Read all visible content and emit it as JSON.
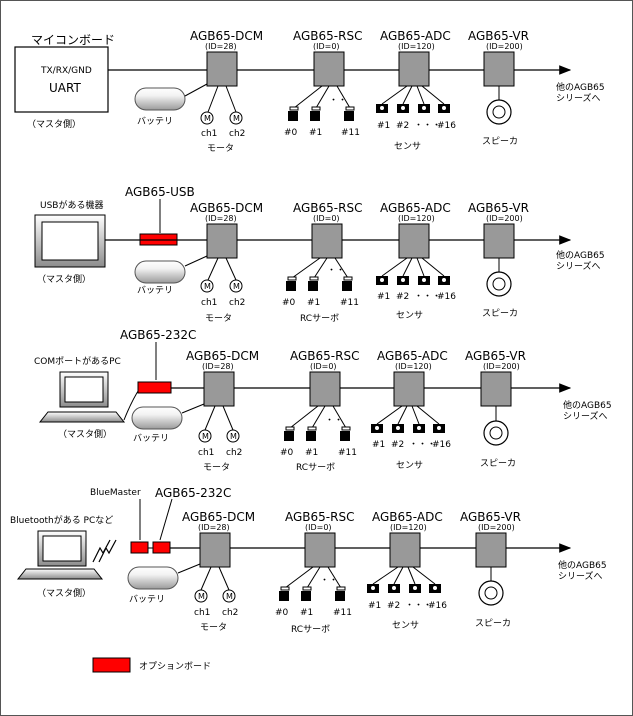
{
  "modules": {
    "dcm": "AGB65-DCM",
    "rsc": "AGB65-RSC",
    "adc": "AGB65-ADC",
    "vr": "AGB65-VR",
    "dcm_id": "(ID=28)",
    "rsc_id": "(ID=0)",
    "adc_id": "(ID=120)",
    "vr_id": "(ID=200)",
    "other": [
      "他のAGB65",
      "シリーズへ"
    ]
  },
  "parts": {
    "battery": "バッテリ",
    "motor": "モータ",
    "sensor": "センサ",
    "speaker": "スピーカ",
    "rc_servo": "RCサーボ",
    "motor_symbol": "M",
    "ch1": "ch1",
    "ch2": "ch2",
    "servo_labels": [
      "#0",
      "#1",
      "#11"
    ],
    "sensor_labels": [
      "#1",
      "#2",
      "#16"
    ],
    "dots_h": "・・・",
    "dots_v": "・・"
  },
  "rows": [
    {
      "master_title": "マイコンボード",
      "master_lines": [
        "TX/RX/GND",
        "UART"
      ],
      "master_side": "（マスタ側）"
    },
    {
      "master_title": "USBがある機器",
      "master_side": "（マスタ側）",
      "option_board": "AGB65-USB"
    },
    {
      "master_title": "COMポートがあるPC",
      "master_side": "（マスタ側）",
      "option_board": "AGB65-232C"
    },
    {
      "master_title": "Bluetoothがある PCなど",
      "master_side": "（マスタ側）",
      "option_board": "AGB65-232C",
      "bluemaster": "BlueMaster"
    }
  ],
  "legend": {
    "label": "オプションボード",
    "color": "#ff0000"
  }
}
